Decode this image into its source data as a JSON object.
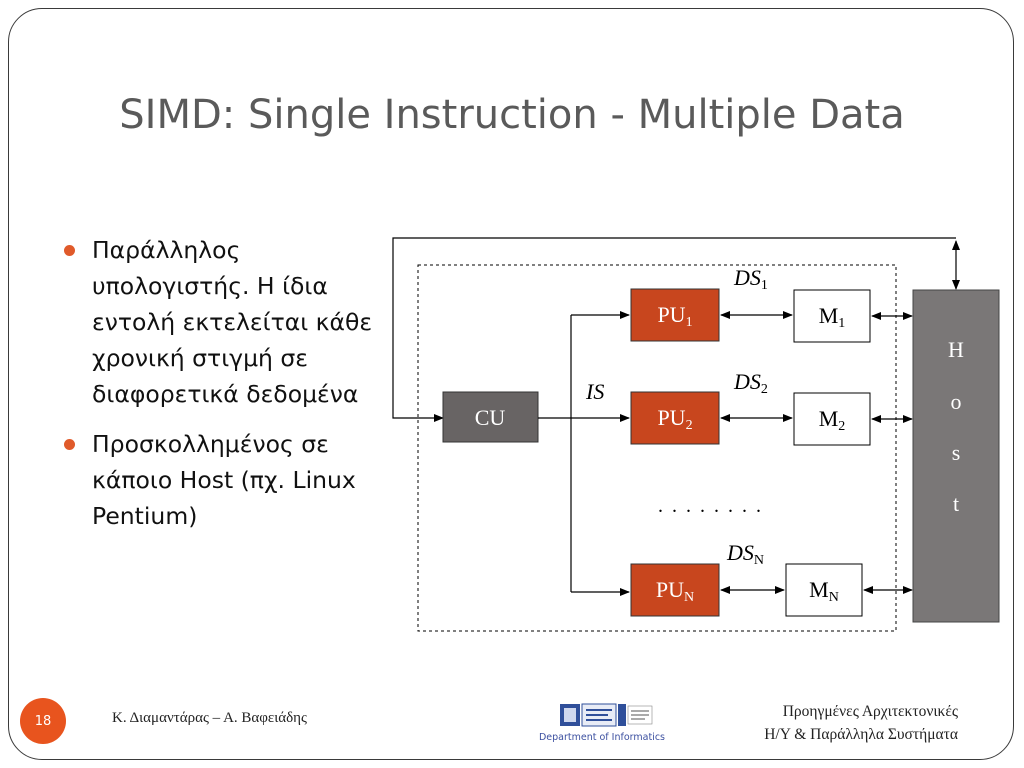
{
  "slide": {
    "title": "SIMD: Single Instruction - Multiple Data",
    "page_number": "18",
    "authors": "Κ. Διαμαντάρας – Α. Βαφειάδης",
    "course_line1": "Προηγμένες Αρχιτεκτονικές",
    "course_line2": "Η/Υ & Παράλληλα Συστήματα",
    "logo_caption": "Department of Informatics"
  },
  "bullets": [
    "Παράλληλος υπολογιστής. Η ίδια εντολή εκτελείται κάθε χρονική στιγμή σε διαφορετικά δεδομένα",
    "Προσκολλημένος σε κάποιο Host (πχ. Linux Pentium)"
  ],
  "diagram": {
    "cu_label": "CU",
    "is_label": "IS",
    "pu_base": "PU",
    "m_base": "M",
    "ds_base": "DS",
    "subscripts": [
      "1",
      "2",
      "N"
    ],
    "host_letters": [
      "H",
      "o",
      "s",
      "t"
    ],
    "ellipsis": ". . . . . . . ."
  },
  "colors": {
    "pu_fill": "#c8461e",
    "cu_fill": "#686464",
    "host_fill": "#7a7777",
    "accent": "#e8541e",
    "title": "#5a5a5a"
  }
}
